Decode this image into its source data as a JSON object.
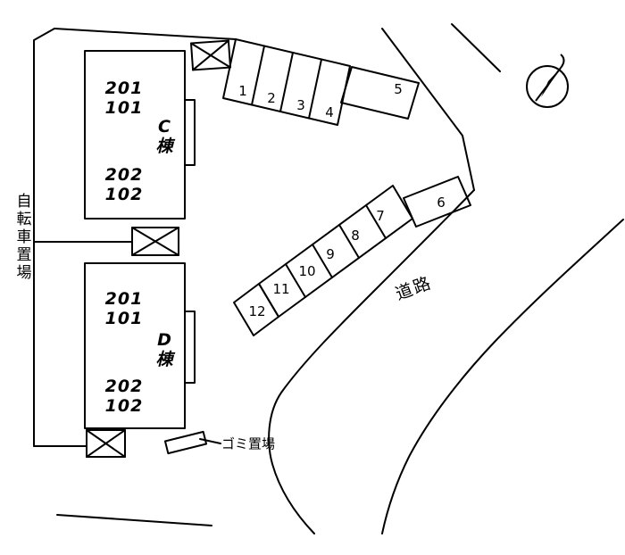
{
  "site_plan": {
    "labels": {
      "bicycle_parking": "自転車置場",
      "garbage": "ゴミ置場",
      "road": "道路"
    },
    "buildings": [
      {
        "name": "C棟",
        "upper_rooms": "201\n101",
        "lower_rooms": "202\n102"
      },
      {
        "name": "D棟",
        "upper_rooms": "201\n101",
        "lower_rooms": "202\n102"
      }
    ],
    "parking": {
      "spaces": [
        "1",
        "2",
        "3",
        "4",
        "5",
        "6",
        "7",
        "8",
        "9",
        "10",
        "11",
        "12"
      ]
    },
    "icons": {
      "north_arrow": "compass-north-arrow"
    }
  }
}
